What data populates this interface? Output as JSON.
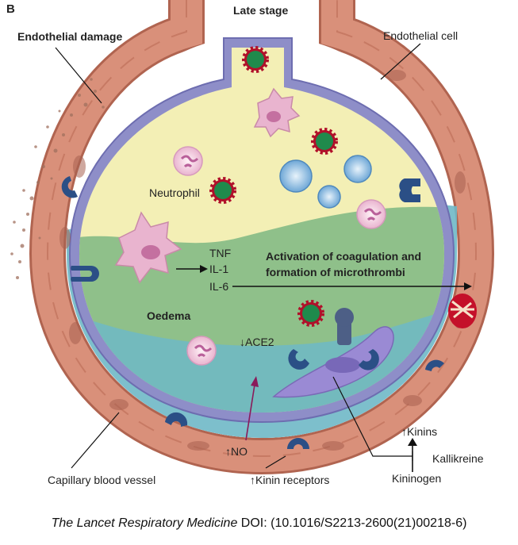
{
  "panel_letter": "B",
  "stage_title": "Late stage",
  "labels": {
    "endothelial_damage": "Endothelial damage",
    "endothelial_cell": "Endothelial cell",
    "neutrophil": "Neutrophil",
    "tnf": "TNF",
    "il1": "IL-1",
    "il6": "IL-6",
    "coagulation_line1": "Activation of coagulation and",
    "coagulation_line2": "formation of microthrombi",
    "oedema": "Oedema",
    "ace2": "↓ACE2",
    "no": "↑NO",
    "kinins": "↑Kinins",
    "kallikreine": "Kallikreine",
    "kininogen": "Kininogen",
    "capillary": "Capillary blood vessel",
    "kinin_receptors": "↑Kinin receptors"
  },
  "caption": {
    "journal": "The Lancet Respiratory Medicine",
    "doi_text": " DOI: (10.1016/S2213-2600(21)00218-6)"
  },
  "colors": {
    "vessel": "#d9907a",
    "vessel_dark": "#b06450",
    "alveolar_wall": "#8e8ec8",
    "alveolar_fluid": "#f3efb5",
    "oedema_green": "#8fc08a",
    "oedema_blue": "#6fb8c6",
    "receptor": "#2b4f86",
    "virus_core": "#1f8a4c",
    "virus_spike": "#b0102a"
  }
}
